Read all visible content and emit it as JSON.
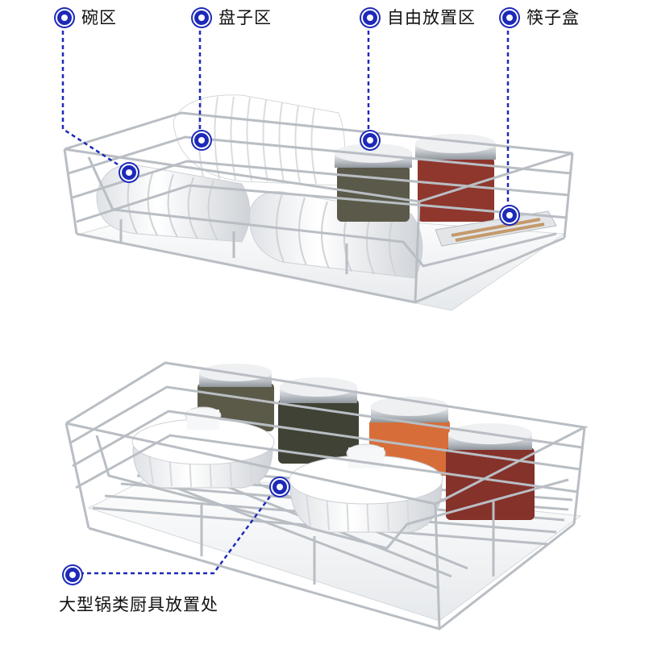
{
  "annotations": {
    "bowl_zone": "碗区",
    "plate_zone": "盘子区",
    "free_zone": "自由放置区",
    "chopstick_box": "筷子盒",
    "large_cookware_zone": "大型锅类厨具放置处"
  },
  "colors": {
    "marker_blue": "#1d2ab8",
    "leader_blue": "#1d2ab8",
    "steel": "#c9cdd2",
    "porcelain": "#f7f8fa"
  }
}
